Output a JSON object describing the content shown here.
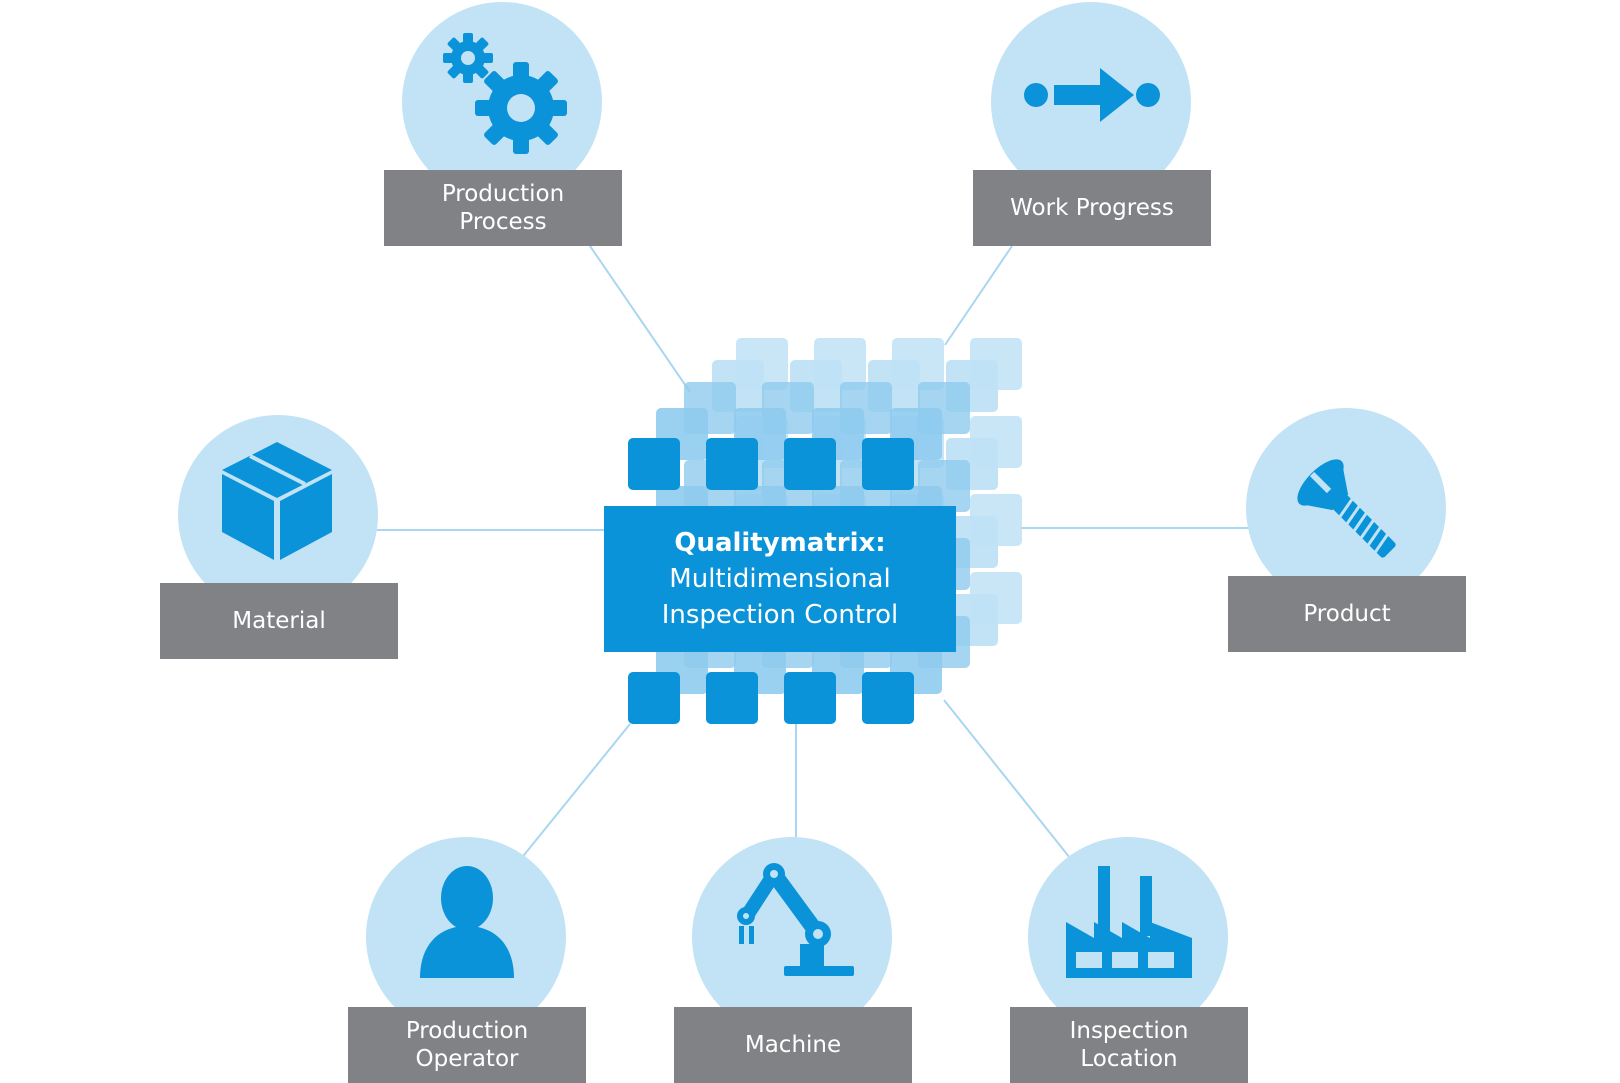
{
  "center": {
    "title": "Qualitymatrix:",
    "line1": "Multidimensional",
    "line2": "Inspection Control"
  },
  "nodes": {
    "production_process": {
      "line1": "Production",
      "line2": "Process",
      "icon": "gears-icon"
    },
    "work_progress": {
      "line1": "Work Progress",
      "icon": "progress-arrow-icon"
    },
    "material": {
      "line1": "Material",
      "icon": "box-icon"
    },
    "product": {
      "line1": "Product",
      "icon": "screw-icon"
    },
    "production_operator": {
      "line1": "Production",
      "line2": "Operator",
      "icon": "person-icon"
    },
    "machine": {
      "line1": "Machine",
      "icon": "robot-arm-icon"
    },
    "inspection_location": {
      "line1": "Inspection",
      "line2": "Location",
      "icon": "factory-icon"
    }
  },
  "colors": {
    "accent": "#0a93d9",
    "circle": "#c2e3f6",
    "label": "#808285",
    "connector": "#a9d6f0",
    "tile_light": "#bfe2f6",
    "tile_mid": "#8fcbee",
    "tile_dark": "#5db3e6"
  }
}
